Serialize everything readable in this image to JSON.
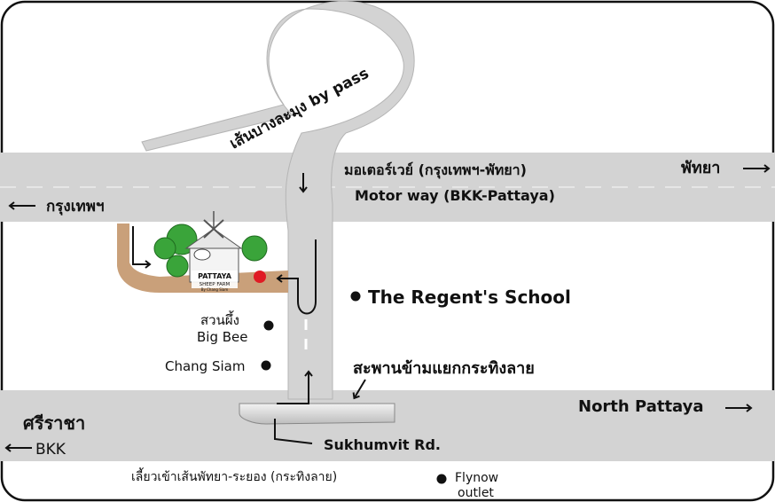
{
  "roads": {
    "bypass_label": "เส้นบางละมุง by pass",
    "motorway_th": "มอเตอร์เวย์ (กรุงเทพฯ-พัทยา)",
    "motorway_en": "Motor way (BKK-Pattaya)",
    "sukhumvit": "Sukhumvit Rd.",
    "sukhumvit_note": "เลี้ยวเข้าเส้นพัทยา-ระยอง (กระทิงลาย)",
    "bridge": "สะพานข้ามแยกกระทิงลาย"
  },
  "directions": {
    "pattaya": "พัทยา",
    "bangkok": "กรุงเทพฯ",
    "north_pattaya": "North Pattaya",
    "sriracha": "ศรีราชา",
    "bkk": "BKK"
  },
  "landmarks": {
    "regent_school": "The Regent's School",
    "big_bee_th": "สวนผึ้ง",
    "big_bee_en": "Big Bee",
    "chang_siam": "Chang Siam",
    "flynow_1": "Flynow",
    "flynow_2": "outlet"
  },
  "farm_logo": {
    "line1": "PATTAYA",
    "line2": "SHEEP FARM",
    "line3": "By Chang Siam"
  },
  "colors": {
    "road": "#d3d3d3",
    "road_edge": "#b5b5b5",
    "farm_road": "#c9a07a",
    "destination_marker": "#e01b24",
    "tree": "#3aa43a"
  }
}
